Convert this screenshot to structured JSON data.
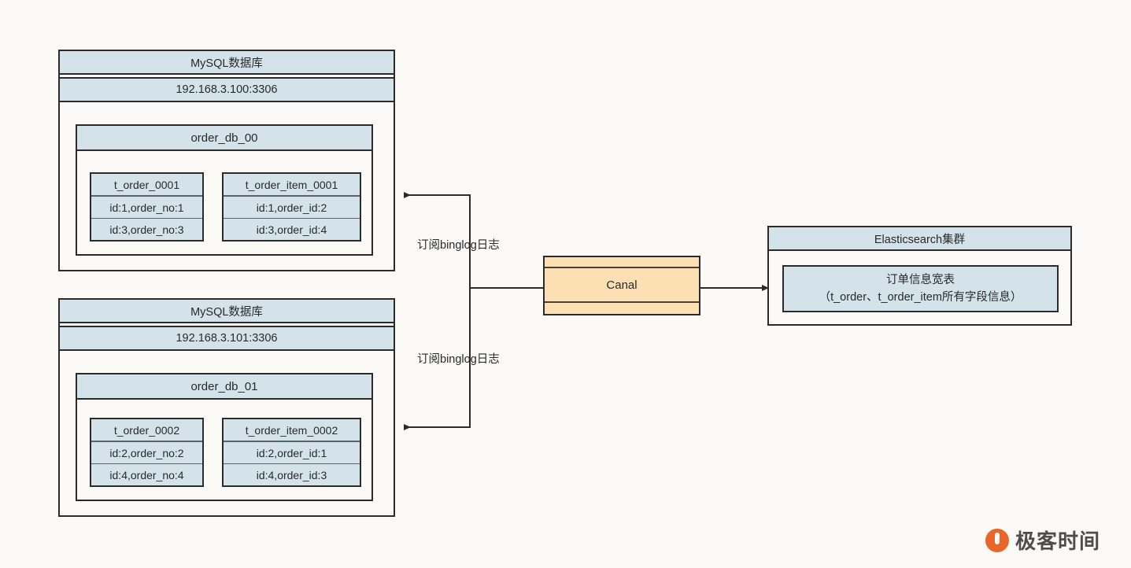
{
  "page": {
    "background": "#fbfaf7",
    "accent_blue": "#d4e3ea",
    "accent_orange": "#fce0b4",
    "stroke": "#2b2b2b"
  },
  "databases": [
    {
      "title": "MySQL数据库",
      "address": "192.168.3.100:3306",
      "schema": "order_db_00",
      "tables": [
        {
          "name": "t_order_0001",
          "rows": [
            "id:1,order_no:1",
            "id:3,order_no:3"
          ]
        },
        {
          "name": "t_order_item_0001",
          "rows": [
            "id:1,order_id:2",
            "id:3,order_id:4"
          ]
        }
      ]
    },
    {
      "title": "MySQL数据库",
      "address": "192.168.3.101:3306",
      "schema": "order_db_01",
      "tables": [
        {
          "name": "t_order_0002",
          "rows": [
            "id:2,order_no:2",
            "id:4,order_no:4"
          ]
        },
        {
          "name": "t_order_item_0002",
          "rows": [
            "id:2,order_id:1",
            "id:4,order_id:3"
          ]
        }
      ]
    }
  ],
  "canal": {
    "label": "Canal"
  },
  "elasticsearch": {
    "title": "Elasticsearch集群",
    "index_line1": "订单信息宽表",
    "index_line2": "（t_order、t_order_item所有字段信息）"
  },
  "edges": [
    {
      "label": "订阅binglog日志"
    },
    {
      "label": "订阅binglog日志"
    }
  ],
  "watermark": {
    "text": "极客时间"
  }
}
